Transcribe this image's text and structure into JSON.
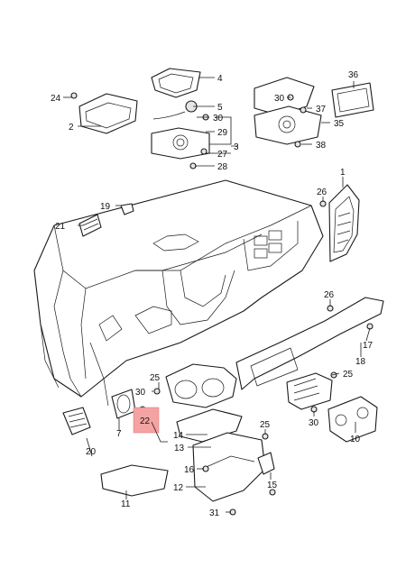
{
  "callouts": [
    {
      "id": "c1",
      "label": "1"
    },
    {
      "id": "c2",
      "label": "2"
    },
    {
      "id": "c3",
      "label": "3"
    },
    {
      "id": "c4",
      "label": "4"
    },
    {
      "id": "c5",
      "label": "5"
    },
    {
      "id": "c7",
      "label": "7"
    },
    {
      "id": "c10",
      "label": "10"
    },
    {
      "id": "c11",
      "label": "11"
    },
    {
      "id": "c12",
      "label": "12"
    },
    {
      "id": "c13",
      "label": "13"
    },
    {
      "id": "c14",
      "label": "14"
    },
    {
      "id": "c15",
      "label": "15"
    },
    {
      "id": "c16",
      "label": "16"
    },
    {
      "id": "c17",
      "label": "17"
    },
    {
      "id": "c18",
      "label": "18"
    },
    {
      "id": "c19",
      "label": "19"
    },
    {
      "id": "c20",
      "label": "20"
    },
    {
      "id": "c21",
      "label": "21"
    },
    {
      "id": "c22",
      "label": "22"
    },
    {
      "id": "c24",
      "label": "24"
    },
    {
      "id": "c25a",
      "label": "25"
    },
    {
      "id": "c25b",
      "label": "25"
    },
    {
      "id": "c25c",
      "label": "25"
    },
    {
      "id": "c26a",
      "label": "26"
    },
    {
      "id": "c26b",
      "label": "26"
    },
    {
      "id": "c27",
      "label": "27"
    },
    {
      "id": "c28",
      "label": "28"
    },
    {
      "id": "c29",
      "label": "29"
    },
    {
      "id": "c30a",
      "label": "30"
    },
    {
      "id": "c30b",
      "label": "30"
    },
    {
      "id": "c30c",
      "label": "30"
    },
    {
      "id": "c30d",
      "label": "30"
    },
    {
      "id": "c31",
      "label": "31"
    },
    {
      "id": "c35",
      "label": "35"
    },
    {
      "id": "c36",
      "label": "36"
    },
    {
      "id": "c37",
      "label": "37"
    },
    {
      "id": "c38",
      "label": "38"
    }
  ],
  "colors": {
    "line": "#1a1a1a",
    "highlight": "#f4a3a3",
    "background": "#ffffff"
  }
}
